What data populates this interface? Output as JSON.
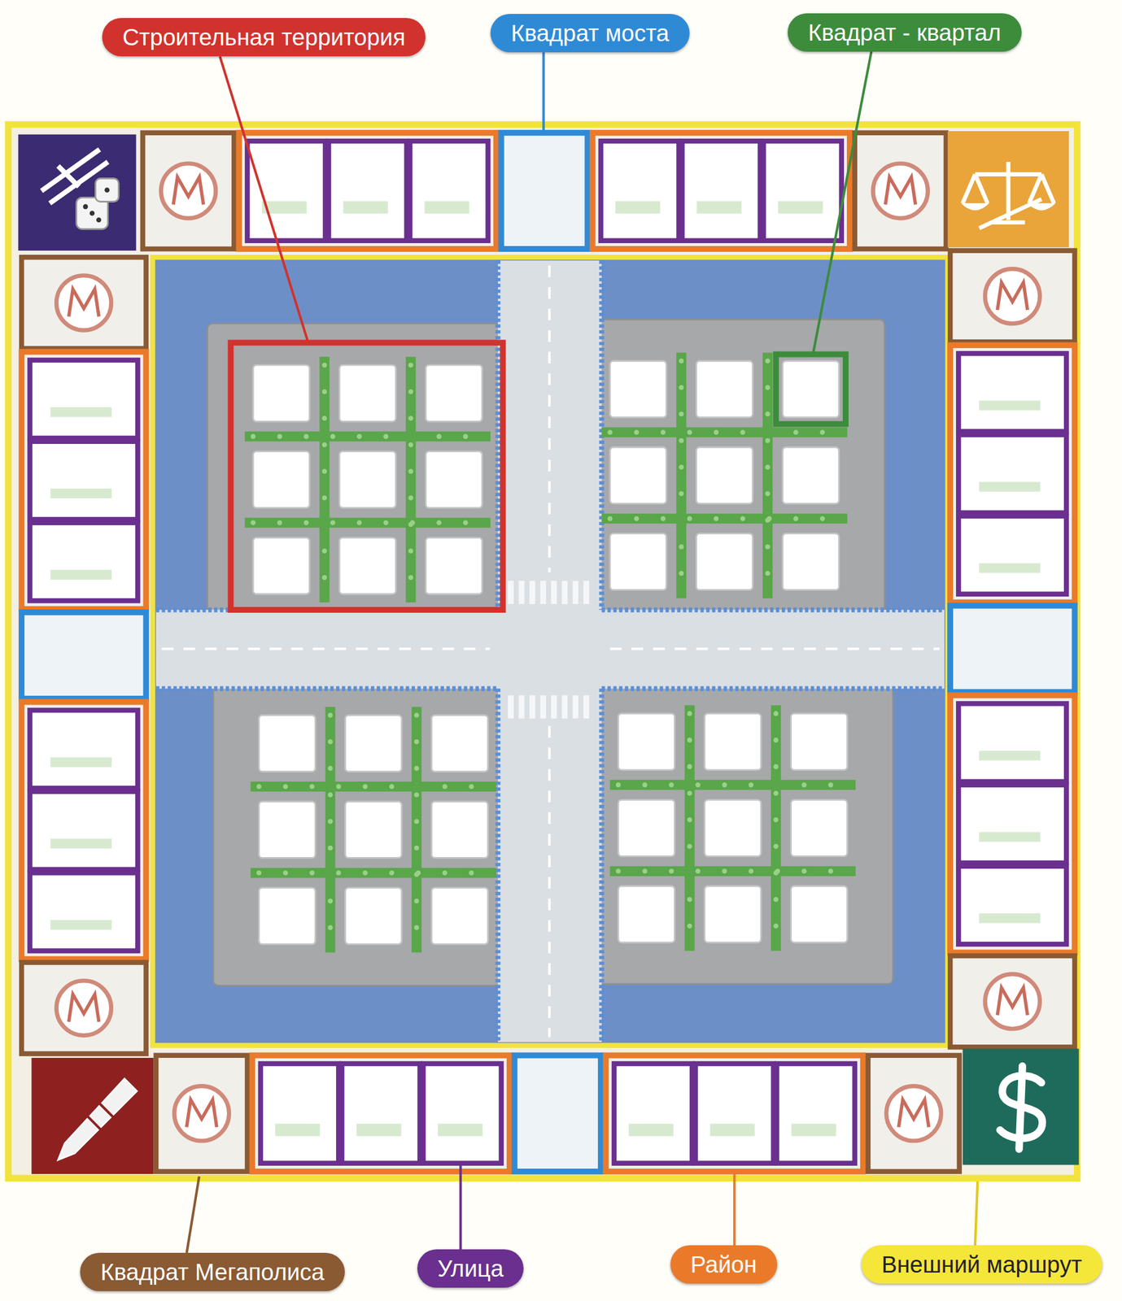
{
  "diagram": {
    "nodes": [
      {
        "text": [
          "Строительная территория"
        ]
      },
      {
        "text": [
          "Квадрат моста"
        ]
      },
      {
        "text": [
          "Квадрат - квартал"
        ]
      },
      {
        "text": [
          "Квадрат Мегаполиса"
        ]
      },
      {
        "text": [
          "Улица"
        ]
      },
      {
        "text": [
          "Район"
        ]
      },
      {
        "text": [
          "Внешний маршрут"
        ]
      }
    ]
  }
}
